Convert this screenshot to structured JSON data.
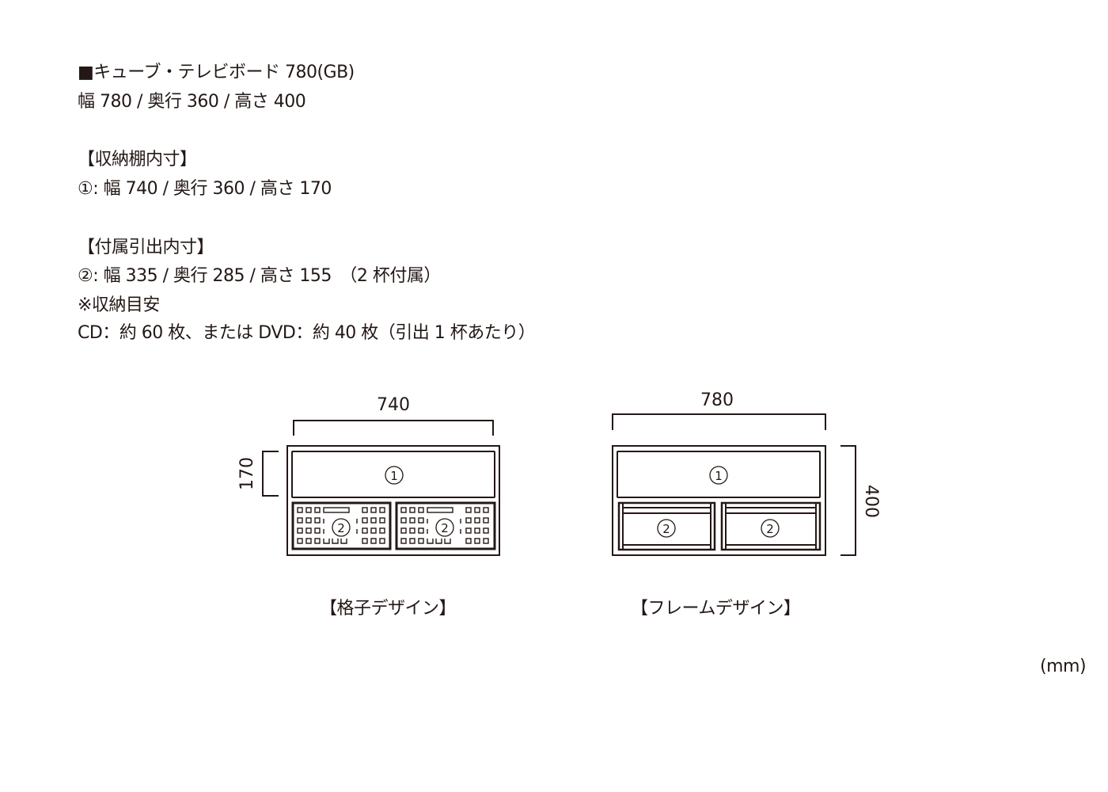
{
  "spec": {
    "product_title": "■キューブ・テレビボード 780(GB)",
    "overall_size": "幅 780 / 奥行 360 / 高さ 400",
    "shelf_heading": "【収納棚内寸】",
    "shelf_size": "①: 幅 740 / 奥行 360 / 高さ 170",
    "drawer_heading": "【付属引出内寸】",
    "drawer_size": "②: 幅 335 / 奥行 285 / 高さ 155　（2 杯付属）",
    "storage_heading": "※収納目安",
    "storage_capacity": "CD：約 60 枚、または DVD：約 40 枚（引出 1 杯あたり）"
  },
  "diagrams": {
    "lattice": {
      "caption": "【格子デザイン】",
      "width_label": "740",
      "height_label": "170",
      "shelf_marker": "①",
      "drawer_marker": "②"
    },
    "frame": {
      "caption": "【フレームデザイン】",
      "width_label": "780",
      "height_label": "400",
      "shelf_marker": "①",
      "drawer_marker": "②"
    }
  },
  "unit_label": "(mm)"
}
